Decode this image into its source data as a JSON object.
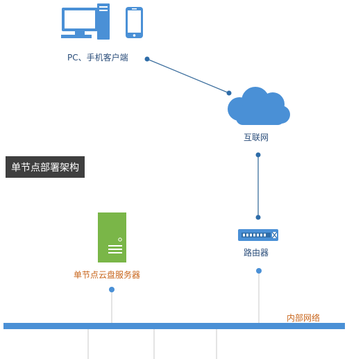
{
  "title": "单节点部署架构",
  "nodes": {
    "client": {
      "label": "PC、手机客户端",
      "icons": [
        "desktop-pc-icon",
        "smartphone-icon"
      ]
    },
    "internet": {
      "label": "互联网",
      "icon": "cloud-icon"
    },
    "router": {
      "label": "路由器",
      "icon": "router-icon"
    },
    "server": {
      "label": "单节点云盘服务器",
      "icon": "server-tower-icon"
    },
    "lan": {
      "label": "内部网络"
    }
  },
  "colors": {
    "primary": "#4a90d6",
    "dark_blue": "#2e6ca8",
    "line_dark": "#3d6f9e",
    "server_green": "#7ab648",
    "server_label": "#c8651b",
    "lan_label": "#c8651b",
    "node_label": "#2a4d7a",
    "title_bg": "#3f3f3f",
    "drop_line": "#c9c9c9"
  }
}
